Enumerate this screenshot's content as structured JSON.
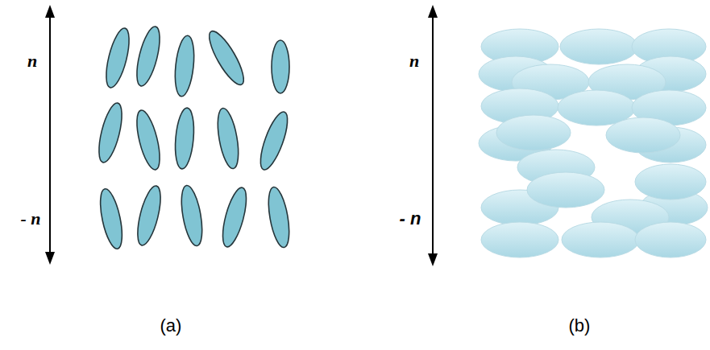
{
  "diagram": {
    "labels": [
      "n",
      "- n",
      "(a)",
      "n",
      "- n",
      "(b)"
    ]
  }
}
